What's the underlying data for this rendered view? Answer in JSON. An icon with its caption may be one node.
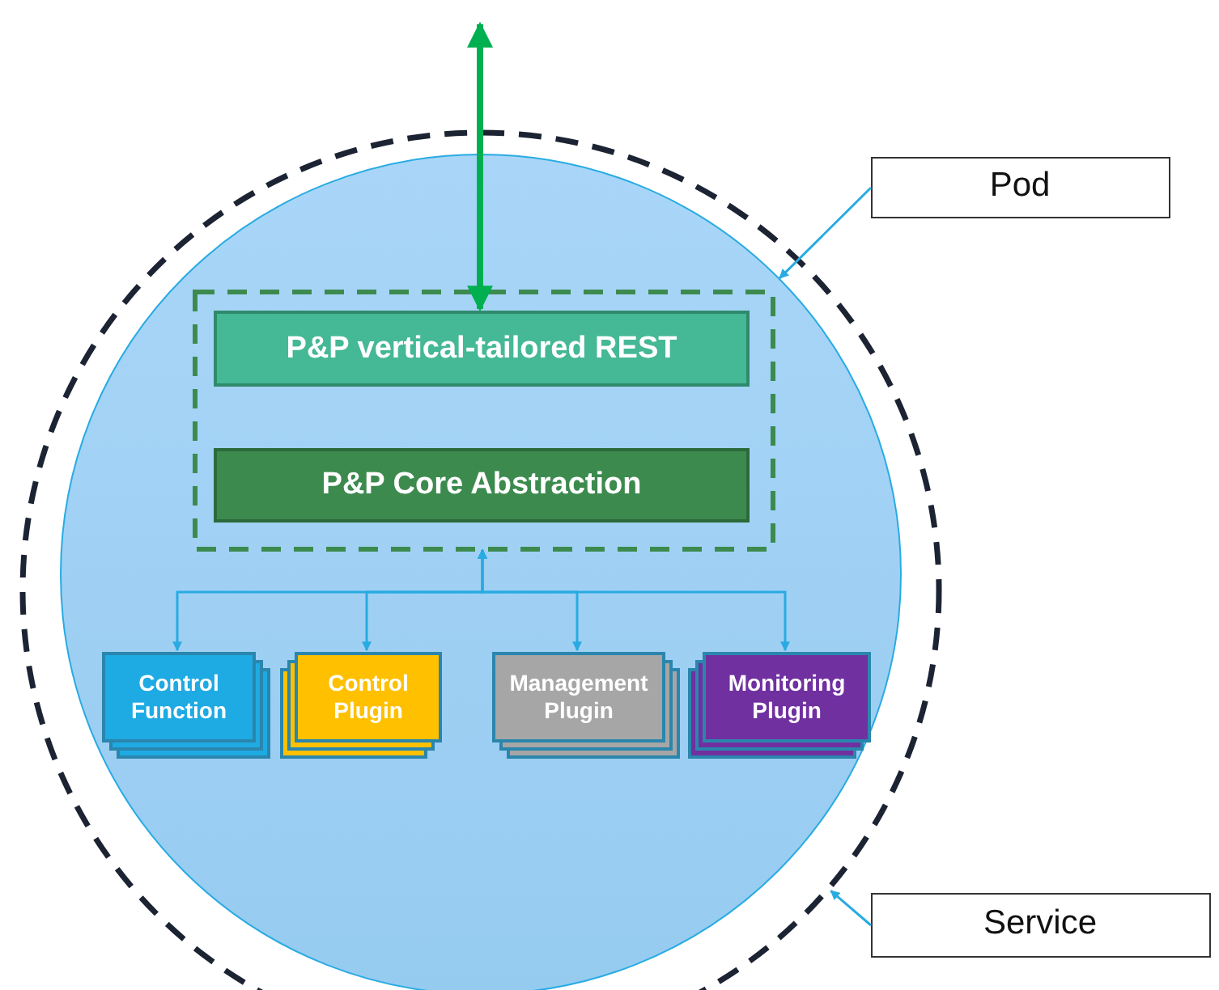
{
  "diagram": {
    "nodes": [
      {
        "text": [],
        "shape": "circle"
      },
      {
        "text": [],
        "shape": "circle",
        "in": 0
      },
      {
        "text": [],
        "shape": "box",
        "in": 1
      },
      {
        "text": [
          "P&P vertical-tailored REST"
        ],
        "in": 2
      },
      {
        "text": [
          "P&P Core Abstraction"
        ],
        "in": 2
      },
      {
        "text": [
          "Control Function"
        ],
        "in": 1
      },
      {
        "text": [
          "Control Plugin"
        ],
        "in": 1
      },
      {
        "text": [
          "Management Plugin"
        ],
        "in": 1
      },
      {
        "text": [
          "Monitoring Plugin"
        ],
        "in": 1
      },
      {
        "text": [
          "Pod"
        ]
      },
      {
        "text": [
          "Service"
        ]
      }
    ],
    "edges": [
      {
        "from": null,
        "to": 3,
        "arrow": "both",
        "style": "thick",
        "color": "#00b050"
      },
      {
        "from": 2,
        "to": 5,
        "arrow": "both"
      },
      {
        "from": 2,
        "to": 6,
        "arrow": "both"
      },
      {
        "from": 2,
        "to": 7,
        "arrow": "both"
      },
      {
        "from": 2,
        "to": 8,
        "arrow": "both"
      },
      {
        "from": 9,
        "to": 1,
        "arrow": "to"
      },
      {
        "from": 10,
        "to": 0,
        "arrow": "to"
      }
    ]
  }
}
